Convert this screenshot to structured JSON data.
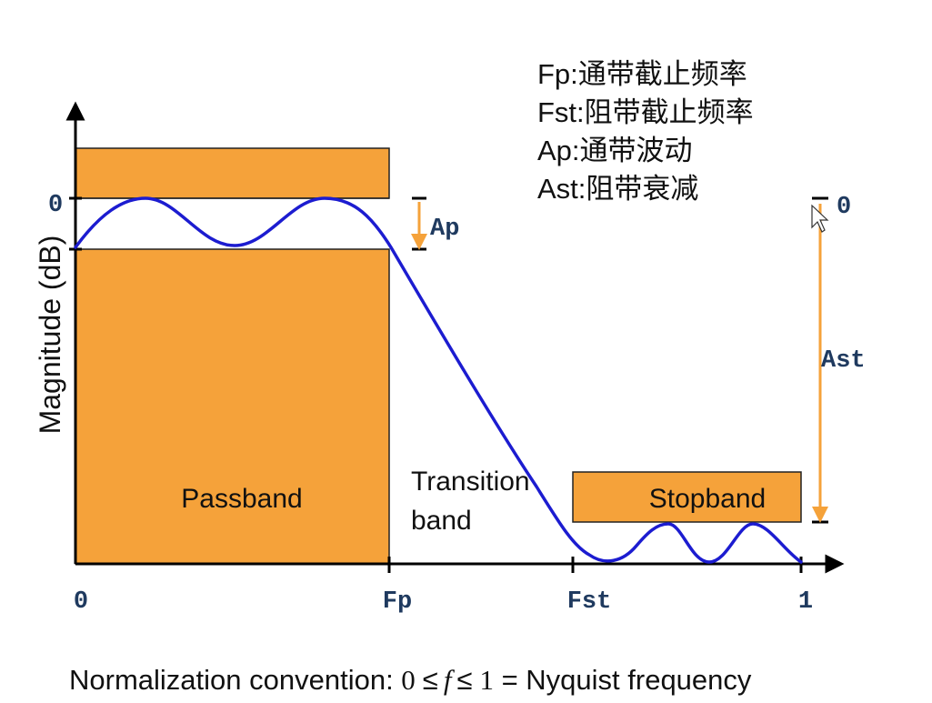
{
  "legend": [
    "Fp:通带截止频率",
    "Fst:阻带截止频率",
    "Ap:通带波动",
    "Ast:阻带衰减"
  ],
  "y_axis": {
    "label": "Magnitude (dB)",
    "zero_label": "0"
  },
  "x_axis": {
    "ticks": [
      "0",
      "Fp",
      "Fst",
      "1"
    ]
  },
  "regions": {
    "passband": "Passband",
    "transition_line1": "Transition",
    "transition_line2": "band",
    "stopband": "Stopband"
  },
  "ripple": {
    "ap_label": "Ap",
    "ast_label": "Ast",
    "ast_zero_label": "0"
  },
  "footer": {
    "prefix": "Normalization convention: ",
    "math_zero": "0",
    "math_le1": "≤",
    "math_f": "f",
    "math_le2": "≤",
    "math_one": "1",
    "suffix": " = Nyquist frequency"
  },
  "colors": {
    "fill": "#F5A23A",
    "curve": "#1C1CD0",
    "tick_label": "#1F3A5F",
    "axis": "#000000"
  }
}
